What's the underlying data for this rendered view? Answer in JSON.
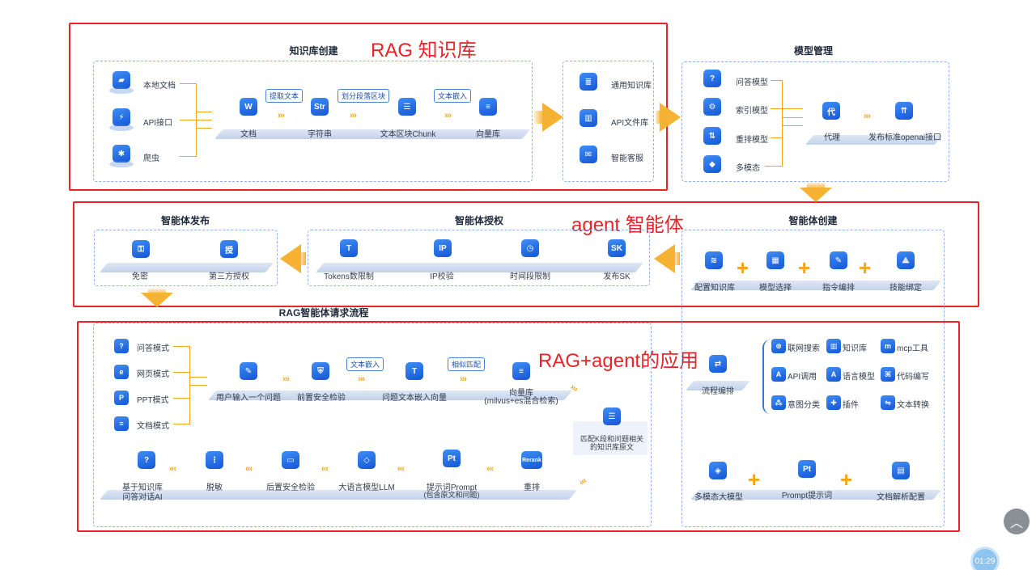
{
  "sections": {
    "kb_create": "知识库创建",
    "model_mgmt": "模型管理",
    "agent_publish": "智能体发布",
    "agent_auth": "智能体授权",
    "agent_create": "智能体创建",
    "rag_flow": "RAG智能体请求流程"
  },
  "annotations": {
    "rag_kb": "RAG 知识库",
    "agent": "agent 智能体",
    "rag_agent": "RAG+agent的应用"
  },
  "kb": {
    "sources": [
      "本地文档",
      "API接口",
      "爬虫"
    ],
    "pipeline": [
      "文档",
      "字符串",
      "文本区块Chunk",
      "向量库"
    ],
    "steps": [
      "提取文本",
      "划分段落区块",
      "文本嵌入"
    ],
    "outputs": [
      "通用知识库",
      "API文件库",
      "智能客服"
    ]
  },
  "models": {
    "types": [
      "问答模型",
      "索引模型",
      "重排模型",
      "多模态"
    ],
    "proxy": "代理",
    "publish": "发布标准openai接口"
  },
  "publish": [
    "免密",
    "第三方授权"
  ],
  "auth": [
    "Tokens数限制",
    "IP校验",
    "时间段限制",
    "发布SK"
  ],
  "create": [
    "配置知识库",
    "模型选择",
    "指令编排",
    "技能绑定"
  ],
  "flow_edit": {
    "label": "流程编排",
    "tools": [
      "联网搜索",
      "知识库",
      "mcp工具",
      "API调用",
      "语言模型",
      "代码编写",
      "意图分类",
      "插件",
      "文本转换"
    ]
  },
  "multi": [
    "多模态大模型",
    "Prompt提示词",
    "文档解析配置"
  ],
  "rag": {
    "modes": [
      "问答模式",
      "网页模式",
      "PPT模式",
      "文档模式"
    ],
    "row1": [
      "用户输入一个问题",
      "前置安全检验",
      "问题文本嵌入向量",
      "向量库"
    ],
    "row1_sub": "(milvus+es混合检索)",
    "tags": [
      "文本嵌入",
      "相似匹配"
    ],
    "match": [
      "匹配K段和问题相关",
      "的知识库原文"
    ],
    "row2": [
      "基于知识库",
      "问答对话AI",
      "脱敏",
      "后置安全检验",
      "大语言模型LLM",
      "提示词Prompt",
      "(包含原文和问题)",
      "重排"
    ]
  },
  "ui": {
    "timer": "01:29",
    "scroll_icon": "chevron-up-icon"
  },
  "colors": {
    "accent_blue": "#1f66e0",
    "highlight_red": "#e8232a",
    "arrow_orange": "#f6b233"
  }
}
